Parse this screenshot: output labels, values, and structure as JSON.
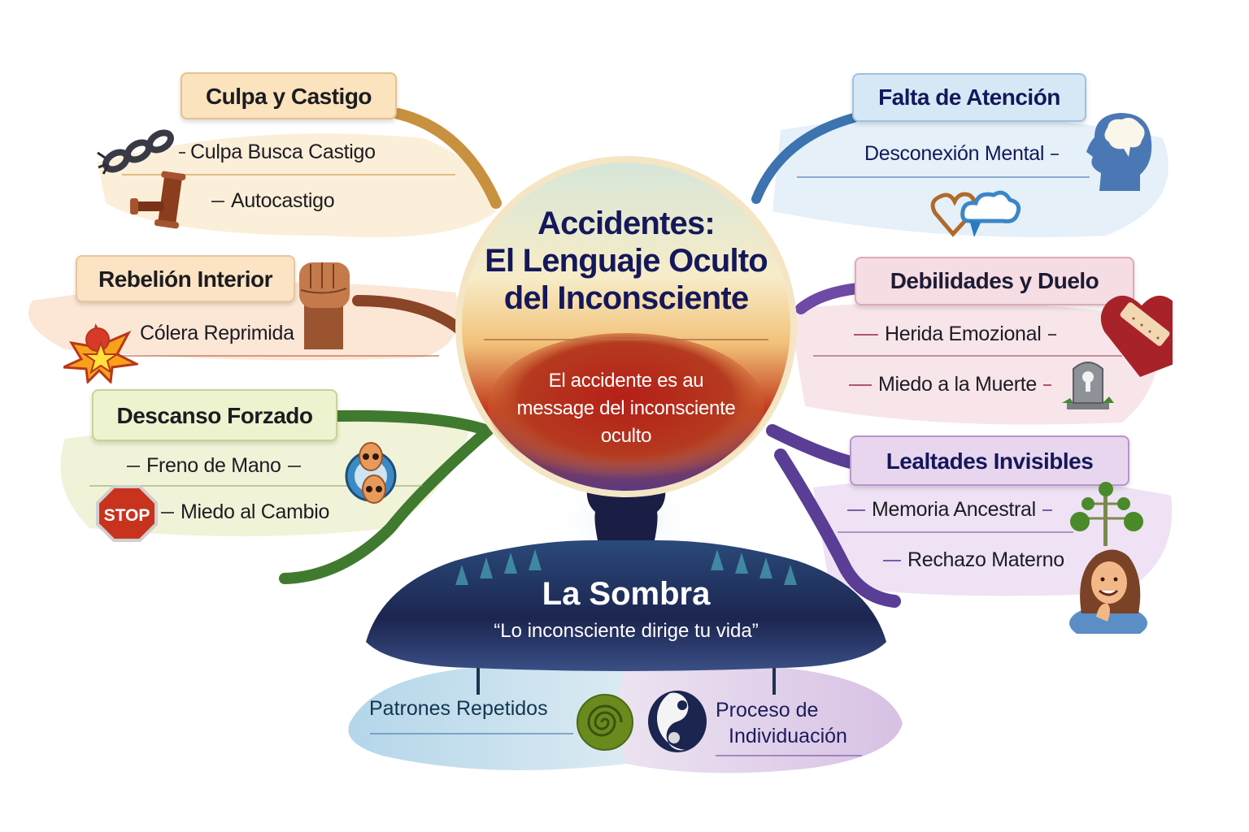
{
  "center": {
    "title_line1": "Accidentes:",
    "title_line2": "El Lenguaje Oculto",
    "title_line3": "del Inconsciente",
    "message_line1": "El accidente es au",
    "message_line2": "message del inconsciente",
    "message_line3": "oculto"
  },
  "branches": [
    {
      "title": "Culpa y Castigo",
      "side": "left",
      "color": "#c8913f",
      "fill": "#fbe7c8",
      "items": [
        {
          "label": "Culpa Busca Castigo",
          "icon": "broken-chain-icon"
        },
        {
          "label": "Autocastigo",
          "icon": "gavel-icon"
        }
      ]
    },
    {
      "title": "Rebelión Interior",
      "side": "left",
      "color": "#8a4426",
      "fill": "#fbe2cc",
      "title_icon": "raised-fist-icon",
      "items": [
        {
          "label": "Cólera Reprimida",
          "icon": "explosion-star-icon"
        }
      ]
    },
    {
      "title": "Descanso Forzado",
      "side": "left",
      "color": "#3f7a2e",
      "fill": "#eef2d2",
      "items": [
        {
          "label": "Freno de Mano",
          "icon": "two-skulls-icon"
        },
        {
          "label": "Miedo al Cambio",
          "icon": "stop-sign-icon",
          "icon_text": "STOP"
        }
      ]
    },
    {
      "title": "Falta de Atención",
      "side": "right",
      "color": "#3c73b0",
      "fill": "#dcebf7",
      "items": [
        {
          "label": "Desconexión Mental",
          "icon": "head-brain-icon"
        }
      ],
      "extra_icon": "heart-cloud-icon"
    },
    {
      "title": "Debilidades y Duelo",
      "side": "right",
      "color": "#6e4aa6",
      "fill": "#f6dbe3",
      "title_icon": "bandaged-heart-icon",
      "items": [
        {
          "label": "Herida Emozional"
        },
        {
          "label": "Miedo a la Muerte",
          "icon": "tombstone-icon"
        }
      ]
    },
    {
      "title": "Lealtades Invisibles",
      "side": "right",
      "color": "#6a4aa0",
      "fill": "#ead9ef",
      "items": [
        {
          "label": "Memoria Ancestral",
          "icon": "family-tree-icon"
        },
        {
          "label": "Rechazo Materno",
          "icon": "woman-praying-icon"
        }
      ]
    }
  ],
  "shadow": {
    "title": "La Sombra",
    "quote": "“Lo inconsciente dirige tu vida”",
    "children": [
      {
        "label": "Patrones Repetidos",
        "icon": "spiral-icon"
      },
      {
        "label_line1": "Proceso de",
        "label_line2": "Individuación",
        "icon": "yin-yang-icon"
      }
    ]
  },
  "colors": {
    "title_text": "#14185a",
    "shadow_dark": "#1c2550",
    "center_red": "#b8321e"
  }
}
